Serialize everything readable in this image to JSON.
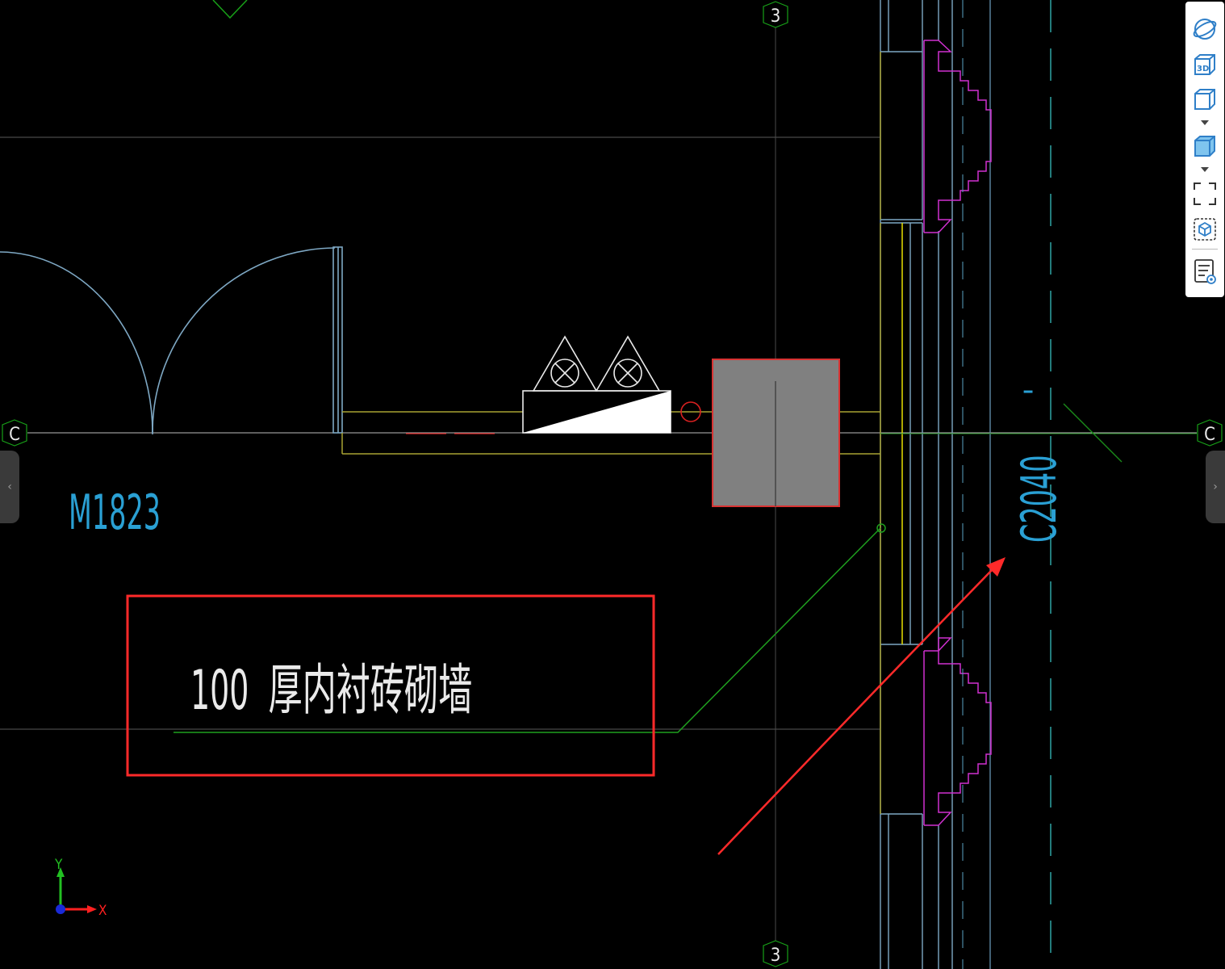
{
  "labels": {
    "door_tag": "M1823",
    "wall_note": "100  厚内衬砖砌墙",
    "window_tag": "C2040",
    "window_tag_suffix": "'",
    "grid_3_top": "3",
    "grid_3_bottom": "3",
    "grid_c_left": "C",
    "grid_c_right": "C",
    "axis_x": "X",
    "axis_y": "Y"
  },
  "toolbar": {
    "items": [
      {
        "icon": "orbit-icon"
      },
      {
        "icon": "3d-view-icon",
        "label": "3D"
      },
      {
        "icon": "wireframe-cube-icon"
      },
      {
        "icon": "chevron-down-icon"
      },
      {
        "icon": "shaded-cube-icon"
      },
      {
        "icon": "chevron-down-icon"
      },
      {
        "icon": "zoom-extents-icon"
      },
      {
        "icon": "view-selection-cube-icon"
      },
      {
        "icon": "properties-list-icon"
      }
    ]
  },
  "nav": {
    "left_arrow": "‹",
    "right_arrow": "›"
  },
  "colors": {
    "background": "#000000",
    "grid_line": "#8a8a8a",
    "door_line": "#7ea8c4",
    "wall_yellow": "#a8a233",
    "wall_yellow_bright": "#e7e000",
    "column_fill": "#808080",
    "column_border": "#d83333",
    "leader_green": "#1fa01f",
    "tag_cyan": "#2aa0d4",
    "window_magenta": "#d030d0",
    "annotation_red": "#ff2a2a",
    "axis_grid_bubble": "#18a018",
    "text_white": "#eaeaea"
  }
}
